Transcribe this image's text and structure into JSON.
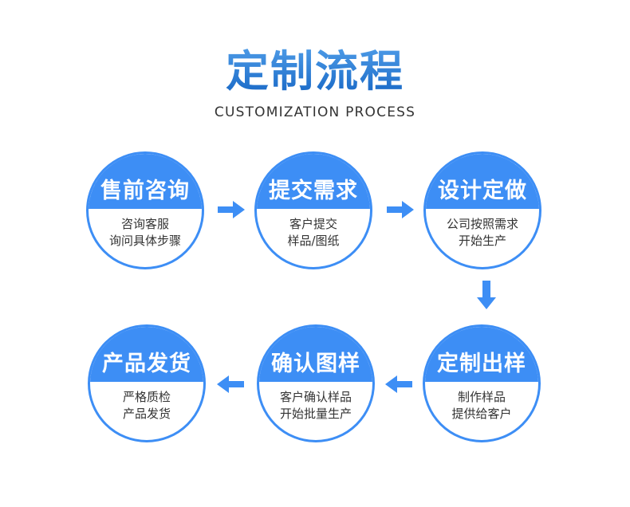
{
  "header": {
    "title": "定制流程",
    "subtitle": "CUSTOMIZATION PROCESS"
  },
  "colors": {
    "accent_blue": "#3D8EF5",
    "text_dark": "#333333",
    "title_grad_top": "#4F9DE8",
    "title_grad_bottom": "#1565C4"
  },
  "steps": [
    {
      "title": "售前咨询",
      "desc_line1": "咨询客服",
      "desc_line2": "询问具体步骤"
    },
    {
      "title": "提交需求",
      "desc_line1": "客户提交",
      "desc_line2": "样品/图纸"
    },
    {
      "title": "设计定做",
      "desc_line1": "公司按照需求",
      "desc_line2": "开始生产"
    },
    {
      "title": "定制出样",
      "desc_line1": "制作样品",
      "desc_line2": "提供给客户"
    },
    {
      "title": "确认图样",
      "desc_line1": "客户确认样品",
      "desc_line2": "开始批量生产"
    },
    {
      "title": "产品发货",
      "desc_line1": "严格质检",
      "desc_line2": "产品发货"
    }
  ],
  "flow": {
    "arrows": [
      "right",
      "right",
      "down",
      "left",
      "left"
    ]
  }
}
